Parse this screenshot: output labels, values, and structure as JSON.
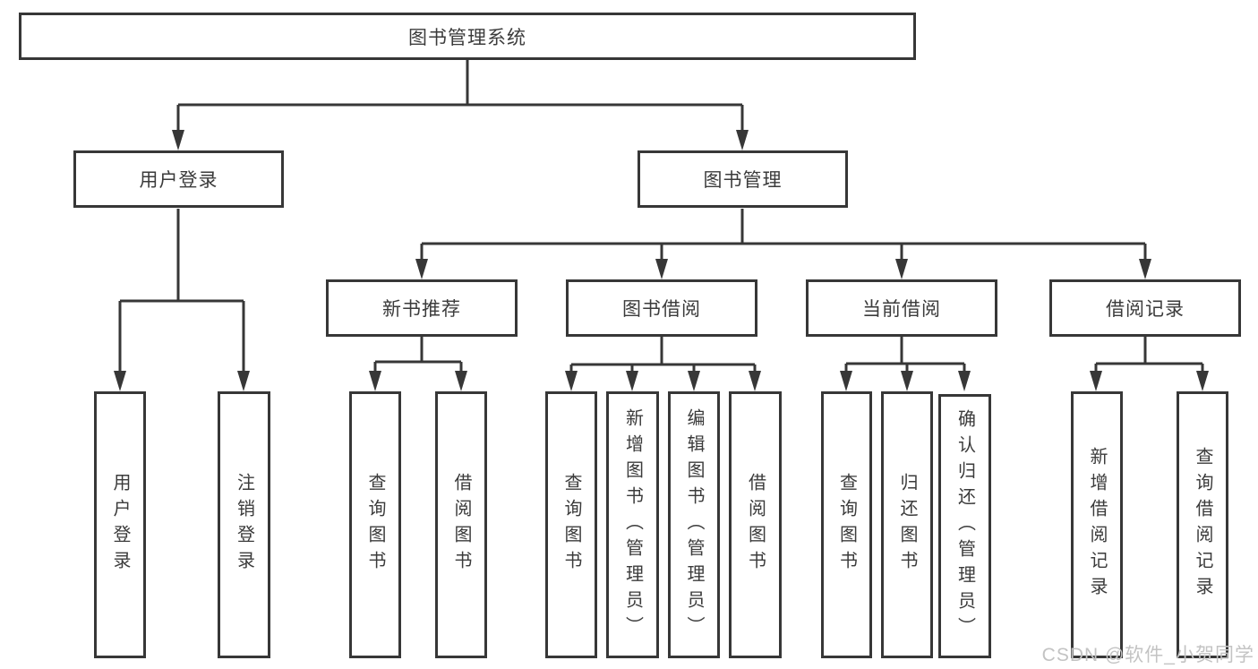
{
  "diagram": {
    "root": {
      "label": "图书管理系统"
    },
    "level2": {
      "user_login": {
        "label": "用户登录"
      },
      "book_management": {
        "label": "图书管理"
      }
    },
    "level3": {
      "new_book_recommend": {
        "label": "新书推荐"
      },
      "book_borrow": {
        "label": "图书借阅"
      },
      "current_borrow": {
        "label": "当前借阅"
      },
      "borrow_records": {
        "label": "借阅记录"
      }
    },
    "leaves": {
      "login": {
        "label": "用户登录"
      },
      "logout": {
        "label": "注销登录"
      },
      "recommend_query_book": {
        "label": "查询图书"
      },
      "recommend_borrow_book": {
        "label": "借阅图书"
      },
      "borrow_query_book": {
        "label": "查询图书"
      },
      "borrow_add_book": {
        "label": "新增图书（管理员）"
      },
      "borrow_edit_book": {
        "label": "编辑图书（管理员）"
      },
      "borrow_borrow_book": {
        "label": "借阅图书"
      },
      "current_query_book": {
        "label": "查询图书"
      },
      "current_return_book": {
        "label": "归还图书"
      },
      "current_confirm_return": {
        "label": "确认归还（管理员）"
      },
      "records_add_record": {
        "label": "新增借阅记录"
      },
      "records_query_record": {
        "label": "查询借阅记录"
      }
    },
    "colors": {
      "line": "#373737",
      "text": "#3b3b3b",
      "background": "#ffffff",
      "watermark": "#c3c3c3"
    }
  },
  "watermark": {
    "text": "CSDN @软件_小贺同学"
  }
}
